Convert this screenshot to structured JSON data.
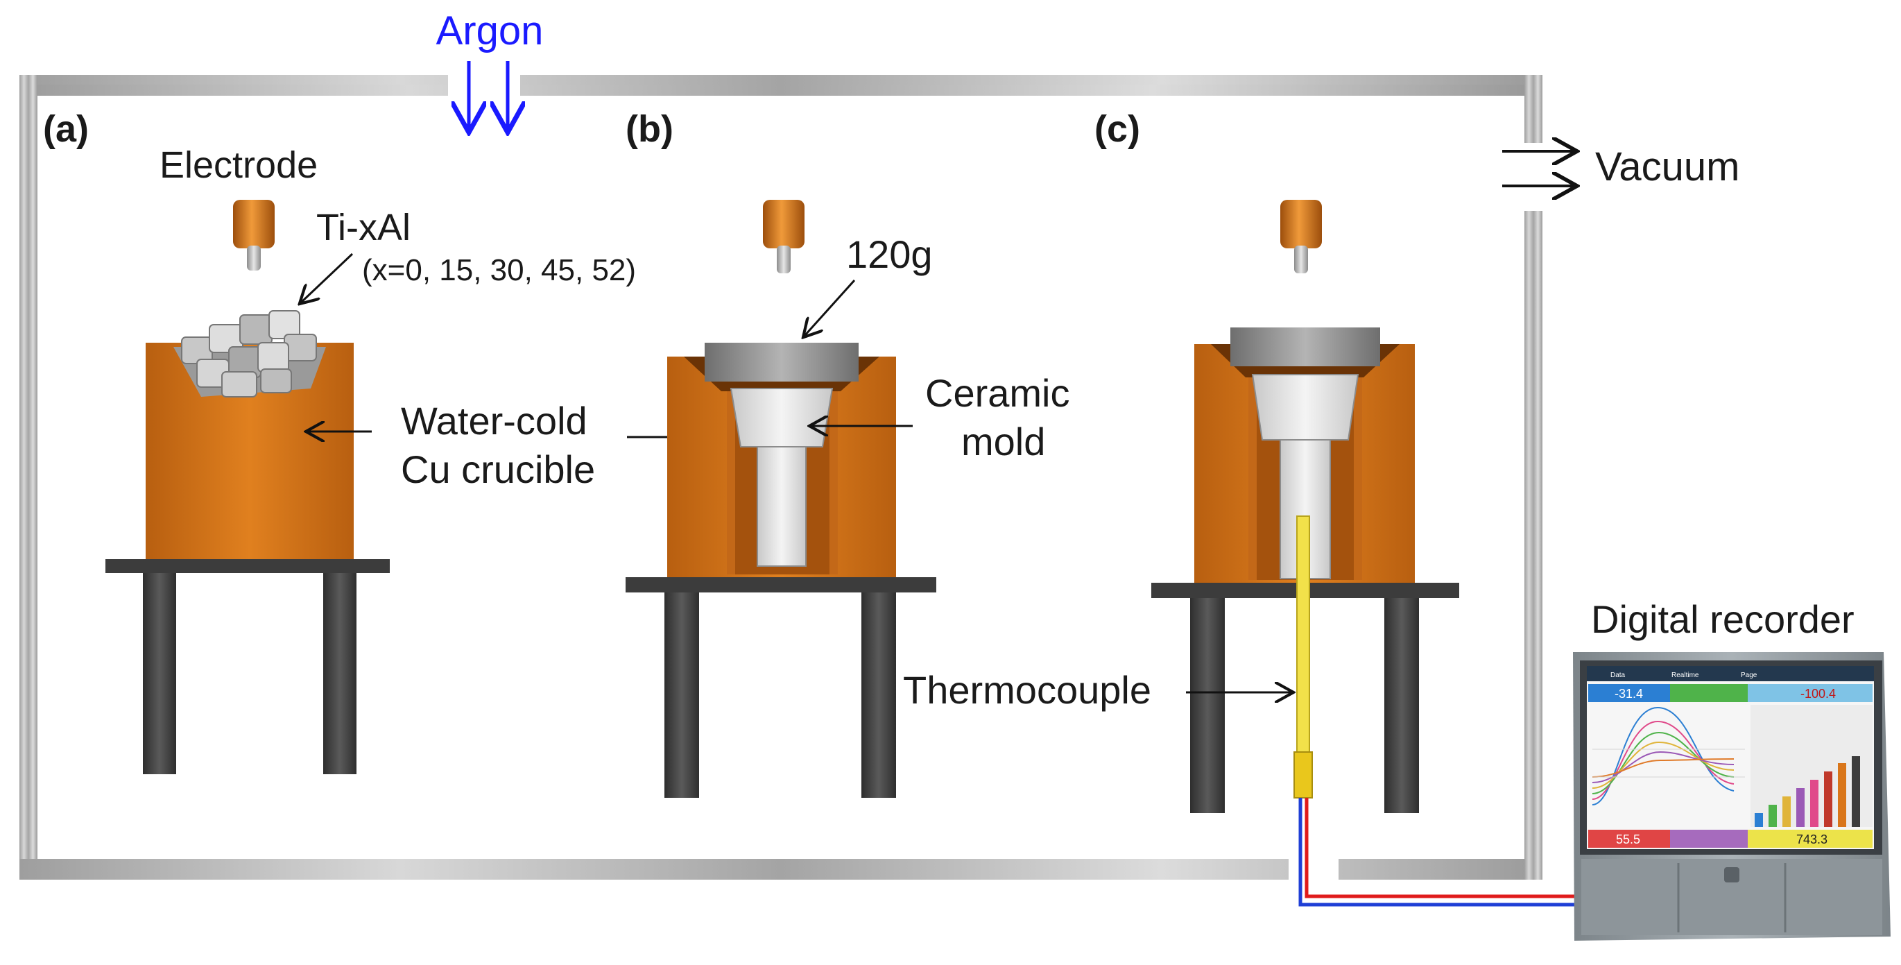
{
  "panels": {
    "a": "(a)",
    "b": "(b)",
    "c": "(c)"
  },
  "labels": {
    "argon": "Argon",
    "vacuum": "Vacuum",
    "electrode": "Electrode",
    "alloy": "Ti-xAl",
    "alloy_compositions": "(x=0, 15, 30, 45, 52)",
    "crucible_line1": "Water-cold",
    "crucible_line2": "Cu crucible",
    "mass": "120g",
    "mold_line1": "Ceramic",
    "mold_line2": "mold",
    "thermocouple": "Thermocouple",
    "recorder": "Digital recorder"
  },
  "recorder_screen": {
    "tabs": [
      "Data",
      "Realtime",
      "Page"
    ],
    "readouts_top": [
      "-31.4",
      "",
      "-100.4"
    ],
    "readouts_bottom": [
      "55.5",
      "",
      "743.3"
    ]
  },
  "colors": {
    "argon": "#1a1aff",
    "copper": "#d9761a",
    "copper_dark": "#a8540c",
    "frame": "#a9a9a9",
    "leg": "#454545",
    "wire_red": "#e01b1b",
    "wire_blue": "#1f3fd6",
    "thermocouple": "#f2e14a"
  }
}
